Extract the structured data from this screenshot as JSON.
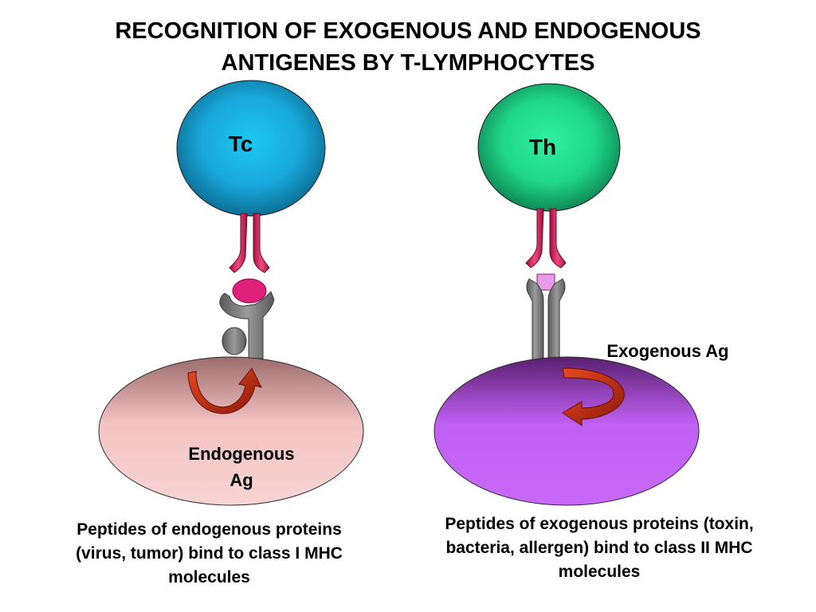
{
  "title": {
    "line1": "RECOGNITION OF EXOGENOUS AND ENDOGENOUS",
    "line2": "ANTIGENES BY T-LYMPHOCYTES"
  },
  "left": {
    "cell_label": "Tc",
    "target_label_line1": "Endogenous",
    "target_label_line2": "Ag",
    "caption": [
      "Peptides of endogenous proteins",
      "(virus, tumor) bind to class I MHC",
      "molecules"
    ]
  },
  "right": {
    "cell_label": "Th",
    "antigen_label": "Exogenous Ag",
    "caption": [
      "Peptides of exogenous proteins (toxin,",
      "bacteria, allergen) bind to class II MHC",
      "molecules"
    ]
  },
  "colors": {
    "tc_cell": "#1aa6d6",
    "th_cell": "#20dc8c",
    "tcr": "#e0306a",
    "mhc": "#808080",
    "left_target": "#f4c4c4",
    "right_target": "#b04ee0",
    "arrow": "#c42a10",
    "peptide_left": "#e0207a",
    "peptide_right": "#e89ae8"
  }
}
